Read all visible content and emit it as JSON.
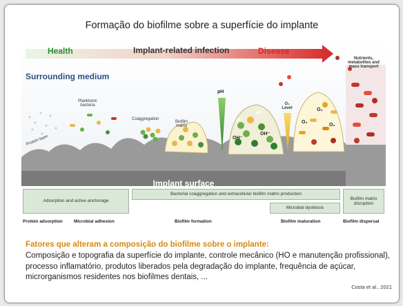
{
  "slide": {
    "title": "Formação do biofilme sobre a superfície do implante"
  },
  "figure": {
    "health": "Health",
    "infection": "Implant-related infection",
    "disease": "Disease",
    "surrounding_medium": "Surrounding medium",
    "labels": {
      "planktonic": "Planktonic bacteria",
      "protein_layer": "Protein layer",
      "coaggregation": "Coaggregation",
      "biofilm_matrix": "Biofilm matrix",
      "ph": "pH",
      "o2_level": "O₂ Level",
      "nutrients": "Nutrients, metabolites and mass transport",
      "h_plus": "H⁺",
      "oh_minus": "OH⁻",
      "o2": "O₂"
    },
    "implant_surface": "Implant surface",
    "boxes": [
      "Adsorption and active anchorage",
      "Bacterial coaggregation and extracellular biofilm matrix production",
      "Microbial dysbiosis",
      "Biofilm matrix disruption"
    ],
    "stages": [
      "Protein adsorption",
      "Microbial adhesion",
      "Biofilm formation",
      "Biofilm maturation",
      "Biofilm dispersal"
    ]
  },
  "factors": {
    "title": "Fatores que alteram a composição do biofilme sobre o implante:",
    "text": "Composição e topografia da superfície do implante, controle mecânico (HO e manutenção profissional), processo inflamatório, produtos liberados pela degradação do implante, frequência de açúcar, microrganismos residentes nos biofilmes dentais, ..."
  },
  "citation": "Costa et al., 2021",
  "colors": {
    "health": "#2e8b2e",
    "disease": "#d62828",
    "factors_title": "#d68910",
    "box_fill": "#d9e8d7"
  }
}
